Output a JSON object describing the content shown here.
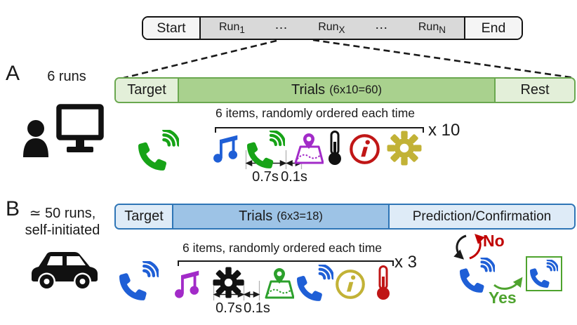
{
  "timeline": {
    "items": [
      {
        "label": "Start"
      },
      {
        "label": "Run",
        "sub": "1"
      },
      {
        "label": "⋯"
      },
      {
        "label": "Run",
        "sub": "X"
      },
      {
        "label": "⋯"
      },
      {
        "label": "Run",
        "sub": "N"
      },
      {
        "label": "End"
      }
    ]
  },
  "section_a": {
    "label": "A",
    "runs_note": "6 runs",
    "setting_icons": [
      "person",
      "monitor"
    ],
    "bar": {
      "target": "Target",
      "trials": "Trials",
      "trials_count": "(6x10=60)",
      "rest": "Rest"
    },
    "items_caption": "6 items, randomly ordered each time",
    "repeat": "x 10",
    "stim_duration": "0.7s",
    "isi": "0.1s",
    "target_item": "phone-call-icon",
    "items": [
      "music-note-icon",
      "phone-call-icon",
      "map-route-icon",
      "thermometer-icon",
      "info-icon",
      "gear-icon"
    ],
    "item_colors": {
      "music": "#1f5fd6",
      "phone": "#17a317",
      "map": "#a22bc8",
      "thermometer": "#111111",
      "info": "#c01616",
      "gear": "#c2b236"
    }
  },
  "section_b": {
    "label": "B",
    "runs_note_line1": "≃ 50 runs,",
    "runs_note_line2": "self-initiated",
    "setting_icons": [
      "car"
    ],
    "bar": {
      "target": "Target",
      "trials": "Trials",
      "trials_count": "(6x3=18)",
      "phase3": "Prediction/Confirmation"
    },
    "items_caption": "6 items, randomly ordered each time",
    "repeat": "x 3",
    "stim_duration": "0.7s",
    "isi": "0.1s",
    "target_item": "phone-call-icon",
    "items": [
      "music-note-icon",
      "gear-icon",
      "map-route-icon",
      "phone-call-icon",
      "info-icon",
      "thermometer-icon"
    ],
    "item_colors": {
      "music": "#a22bc8",
      "gear": "#111111",
      "map": "#2ca02c",
      "phone": "#1f5fd6",
      "info": "#c2b236",
      "thermometer": "#c01616"
    },
    "feedback": {
      "no_label": "No",
      "yes_label": "Yes",
      "no_color": "#c00000",
      "yes_color": "#4ea32e"
    }
  },
  "colors": {
    "bar_a_border": "#6aa84f",
    "bar_a_fill": "#a9d18e",
    "bar_a_light": "#e3efd9",
    "bar_b_border": "#2e75b6",
    "bar_b_fill": "#9dc3e6",
    "bar_b_light": "#deebf7",
    "timeline_runs_fill": "#d9d9d9",
    "timeline_ends_fill": "#f5f5f5"
  }
}
